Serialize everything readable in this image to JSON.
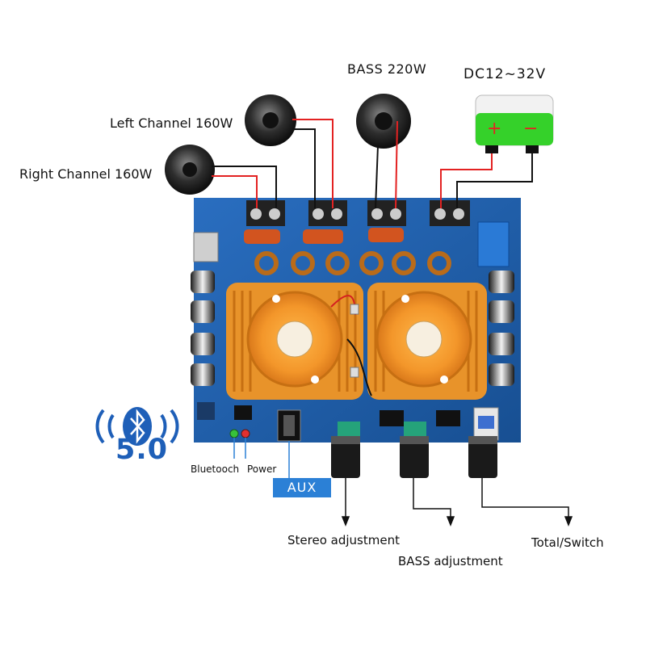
{
  "labels": {
    "right_channel": "Right Channel 160W",
    "left_channel": "Left Channel 160W",
    "bass": "BASS 220W",
    "power_supply": "DC12~32V",
    "plus": "+",
    "minus": "−",
    "bluetooth_led": "Bluetooch",
    "power_led": "Power",
    "aux": "AUX",
    "bluetooth_version": "5.0",
    "stereo_adjustment": "Stereo adjustment",
    "bass_adjustment": "BASS adjustment",
    "total_switch": "Total/Switch"
  },
  "colors": {
    "board": "#1f5fa8",
    "heatsink": "#f0a030",
    "battery_body": "#35d12a",
    "plus_sign": "#e52222",
    "wire_red": "#e32222",
    "wire_black": "#111111",
    "aux_badge": "#2b80d6",
    "bluetooth_blue": "#1e5fb8"
  },
  "icons": [
    "speaker-icon",
    "battery-icon",
    "bluetooth-icon",
    "knob-icon"
  ]
}
